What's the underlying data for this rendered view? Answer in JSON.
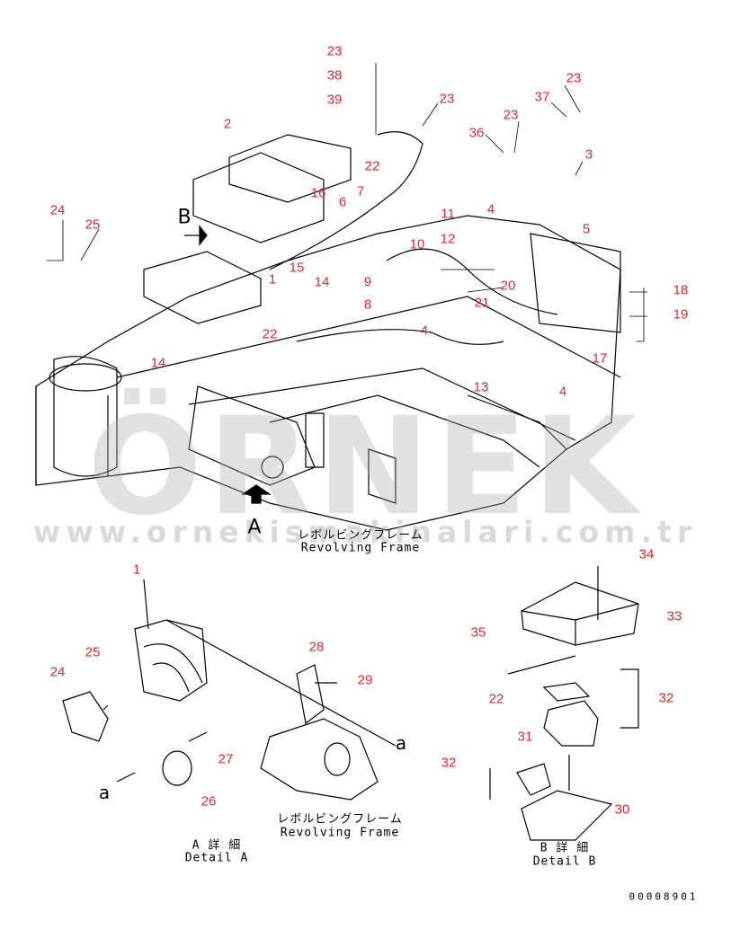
{
  "watermark": {
    "brand": "ÖRNEK",
    "url": "www.ornekismakinalari.com.tr"
  },
  "callouts": [
    "23",
    "38",
    "39",
    "2",
    "23",
    "23",
    "37",
    "23",
    "36",
    "3",
    "22",
    "16",
    "6",
    "7",
    "11",
    "4",
    "5",
    "24",
    "25",
    "12",
    "10",
    "15",
    "9",
    "14",
    "1",
    "20",
    "21",
    "8",
    "18",
    "19",
    "22",
    "4",
    "14",
    "17",
    "13",
    "4",
    "34",
    "33",
    "35",
    "1",
    "28",
    "25",
    "29",
    "24",
    "22",
    "32",
    "31",
    "27",
    "32",
    "26",
    "30"
  ],
  "view_markers": {
    "a": "A",
    "b": "B",
    "small_a_1": "a",
    "small_a_2": "a"
  },
  "labels": {
    "revolving_frame_jp": "レボルビングフレーム",
    "revolving_frame_en": "Revolving Frame",
    "detail_a_jp": "A 詳 細",
    "detail_a_en": "Detail A",
    "detail_b_jp": "B 詳 細",
    "detail_b_en": "Detail B"
  },
  "drawing_code": "00008901"
}
